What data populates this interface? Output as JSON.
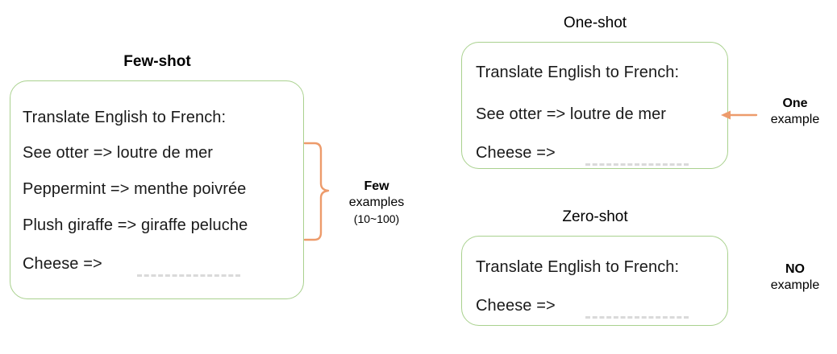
{
  "diagram": {
    "title_colors": {
      "box_border": "#A9D18E",
      "annotation_accent": "#ED9B6B",
      "blank_dash": "#DADADA",
      "text": "#000000"
    },
    "panels": [
      {
        "id": "few-shot",
        "title": "Few-shot",
        "title_bold": true,
        "lines": [
          {
            "text": "Translate English to French:",
            "blank": false
          },
          {
            "text": "See otter => loutre de mer",
            "blank": false
          },
          {
            "text": "Peppermint => menthe poivrée",
            "blank": false
          },
          {
            "text": "Plush giraffe => giraffe peluche",
            "blank": false
          },
          {
            "text": "Cheese =>",
            "blank": true
          }
        ],
        "annotation": {
          "marker": "brace-icon",
          "strong": "Few",
          "sub": "examples",
          "paren": "(10~100)"
        }
      },
      {
        "id": "one-shot",
        "title": "One-shot",
        "title_bold": false,
        "lines": [
          {
            "text": "Translate English to French:",
            "blank": false
          },
          {
            "text": "See otter => loutre de mer",
            "blank": false
          },
          {
            "text": "Cheese =>",
            "blank": true
          }
        ],
        "annotation": {
          "marker": "left-arrow-icon",
          "strong": "One",
          "sub": "example",
          "paren": ""
        }
      },
      {
        "id": "zero-shot",
        "title": "Zero-shot",
        "title_bold": false,
        "lines": [
          {
            "text": "Translate English to French:",
            "blank": false
          },
          {
            "text": "Cheese =>",
            "blank": true
          }
        ],
        "annotation": {
          "marker": "none",
          "strong": "NO",
          "sub": "example",
          "paren": ""
        }
      }
    ]
  }
}
